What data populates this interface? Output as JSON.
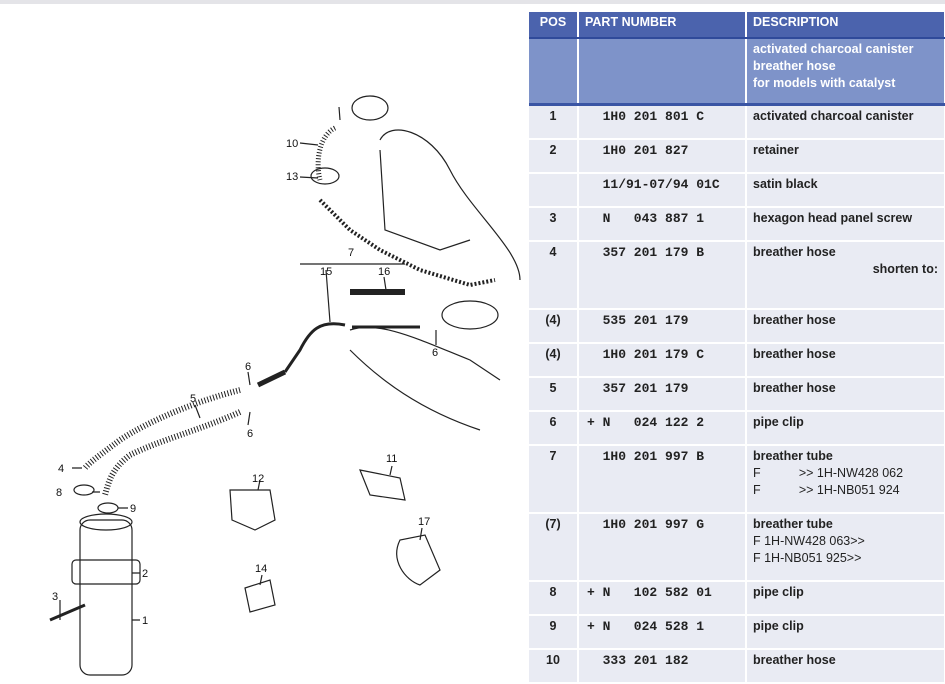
{
  "table": {
    "headers": {
      "pos": "POS",
      "part_number": "PART NUMBER",
      "description": "DESCRIPTION"
    },
    "group_description": [
      "activated charcoal canister",
      "breather hose",
      "for models with catalyst"
    ],
    "rows": [
      {
        "pos": "1",
        "part": "  1H0 201 801 C",
        "desc": [
          "activated charcoal canister"
        ]
      },
      {
        "pos": "2",
        "part": "  1H0 201 827",
        "desc": [
          "retainer"
        ]
      },
      {
        "pos": "",
        "part": "  11/91-07/94 01C",
        "desc": [
          "satin black"
        ]
      },
      {
        "pos": "3",
        "part": "  N   043 887 1",
        "desc": [
          "hexagon head panel screw"
        ]
      },
      {
        "pos": "4",
        "part": "  357 201 179 B",
        "desc": [
          "breather hose"
        ],
        "note": "shorten to:"
      },
      {
        "pos": "(4)",
        "part": "  535 201 179",
        "desc": [
          "breather hose"
        ]
      },
      {
        "pos": "(4)",
        "part": "  1H0 201 179 C",
        "desc": [
          "breather hose"
        ]
      },
      {
        "pos": "5",
        "part": "  357 201 179",
        "desc": [
          "breather hose"
        ]
      },
      {
        "pos": "6",
        "part": "+ N   024 122 2",
        "desc": [
          "pipe clip"
        ]
      },
      {
        "pos": "7",
        "part": "  1H0 201 997 B",
        "desc": [
          "breather tube",
          "F           >> 1H-NW428 062",
          "F           >> 1H-NB051 924"
        ]
      },
      {
        "pos": "(7)",
        "part": "  1H0 201 997 G",
        "desc": [
          "breather tube",
          "F 1H-NW428 063>>",
          "F 1H-NB051 925>>"
        ]
      },
      {
        "pos": "8",
        "part": "+ N   102 582 01",
        "desc": [
          "pipe clip"
        ]
      },
      {
        "pos": "9",
        "part": "+ N   024 528 1",
        "desc": [
          "pipe clip"
        ]
      },
      {
        "pos": "10",
        "part": "  333 201 182",
        "desc": [
          "breather hose"
        ]
      }
    ]
  },
  "diagram": {
    "callouts": [
      "1",
      "2",
      "3",
      "4",
      "5",
      "6",
      "6",
      "6",
      "7",
      "8",
      "9",
      "10",
      "11",
      "12",
      "13",
      "14",
      "15",
      "16",
      "17"
    ]
  }
}
